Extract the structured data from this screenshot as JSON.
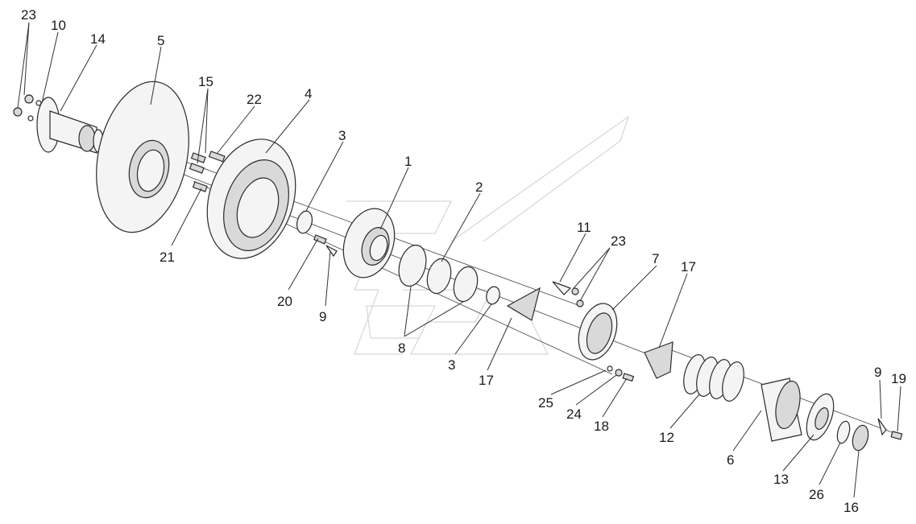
{
  "diagram": {
    "type": "exploded-assembly",
    "callouts": [
      {
        "id": "c23a",
        "text": "23"
      },
      {
        "id": "c10",
        "text": "10"
      },
      {
        "id": "c14",
        "text": "14"
      },
      {
        "id": "c5",
        "text": "5"
      },
      {
        "id": "c15",
        "text": "15"
      },
      {
        "id": "c22",
        "text": "22"
      },
      {
        "id": "c4",
        "text": "4"
      },
      {
        "id": "c3a",
        "text": "3"
      },
      {
        "id": "c1",
        "text": "1"
      },
      {
        "id": "c2",
        "text": "2"
      },
      {
        "id": "c21",
        "text": "21"
      },
      {
        "id": "c20",
        "text": "20"
      },
      {
        "id": "c9a",
        "text": "9"
      },
      {
        "id": "c8",
        "text": "8"
      },
      {
        "id": "c3b",
        "text": "3"
      },
      {
        "id": "c17a",
        "text": "17"
      },
      {
        "id": "c11",
        "text": "11"
      },
      {
        "id": "c23b",
        "text": "23"
      },
      {
        "id": "c7",
        "text": "7"
      },
      {
        "id": "c17b",
        "text": "17"
      },
      {
        "id": "c25",
        "text": "25"
      },
      {
        "id": "c24",
        "text": "24"
      },
      {
        "id": "c18",
        "text": "18"
      },
      {
        "id": "c12",
        "text": "12"
      },
      {
        "id": "c6",
        "text": "6"
      },
      {
        "id": "c13",
        "text": "13"
      },
      {
        "id": "c26",
        "text": "26"
      },
      {
        "id": "c16",
        "text": "16"
      },
      {
        "id": "c9b",
        "text": "9"
      },
      {
        "id": "c19",
        "text": "19"
      }
    ]
  }
}
